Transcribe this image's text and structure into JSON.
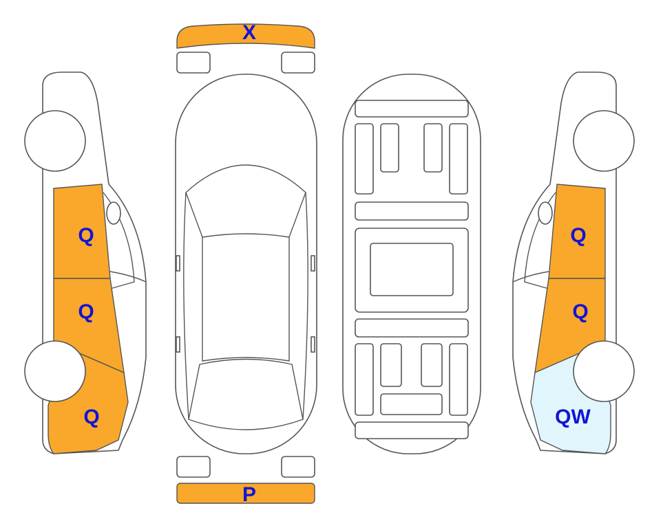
{
  "colors": {
    "damage": "#F9A82B",
    "damage_alt": "#E0F6FC",
    "label": "#1414D4",
    "outline": "#555555"
  },
  "front_bumper": {
    "label": "X"
  },
  "rear_bumper": {
    "label": "P"
  },
  "left_side": {
    "front_door": "Q",
    "rear_door": "Q",
    "rear_quarter": "Q"
  },
  "right_side": {
    "front_door": "Q",
    "rear_door": "Q",
    "rear_quarter": "QW"
  }
}
